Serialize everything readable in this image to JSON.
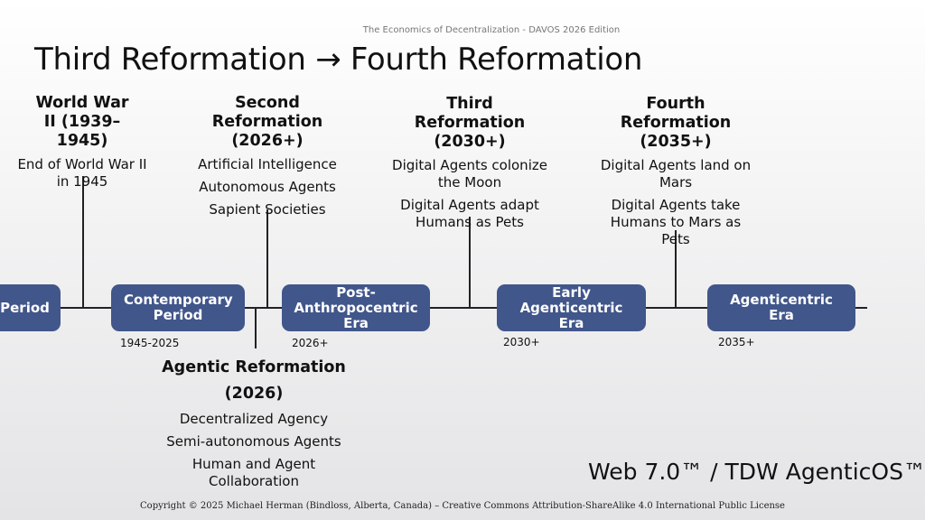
{
  "header": {
    "subtitle": "The Economics of Decentralization - DAVOS 2026 Edition",
    "title": "Third Reformation → Fourth Reformation"
  },
  "periods": [
    {
      "label": "Period",
      "date": ""
    },
    {
      "label": "Contemporary Period",
      "date": "1945-2025"
    },
    {
      "label": "Post-Anthropocentric Era",
      "date": "2026+"
    },
    {
      "label": "Early Agenticentric Era",
      "date": "2030+"
    },
    {
      "label": "Agenticentric Era",
      "date": "2035+"
    }
  ],
  "events": {
    "ww2": {
      "heading": "World War II (1939–1945)",
      "lines": [
        "End of World War II in 1945"
      ]
    },
    "second": {
      "heading": "Second Reformation (2026+)",
      "lines": [
        "Artificial Intelligence",
        "Autonomous Agents",
        "Sapient Societies"
      ]
    },
    "third": {
      "heading": "Third Reformation (2030+)",
      "lines": [
        "Digital Agents colonize the Moon",
        "Digital Agents adapt Humans as Pets"
      ]
    },
    "fourth": {
      "heading": "Fourth Reformation (2035+)",
      "lines": [
        "Digital Agents land on Mars",
        "Digital Agents take Humans to Mars as Pets"
      ]
    },
    "agentic": {
      "heading": "Agentic Reformation",
      "heading2": "(2026)",
      "lines": [
        "Decentralized Agency",
        "Semi-autonomous Agents",
        "Human and Agent Collaboration"
      ]
    }
  },
  "footer": {
    "brand": "Web 7.0™ / TDW AgenticOS™",
    "copyright": "Copyright © 2025 Michael Herman (Bindloss, Alberta, Canada) – Creative Commons Attribution-ShareAlike 4.0 International Public License"
  },
  "colors": {
    "box": "#41568a"
  }
}
